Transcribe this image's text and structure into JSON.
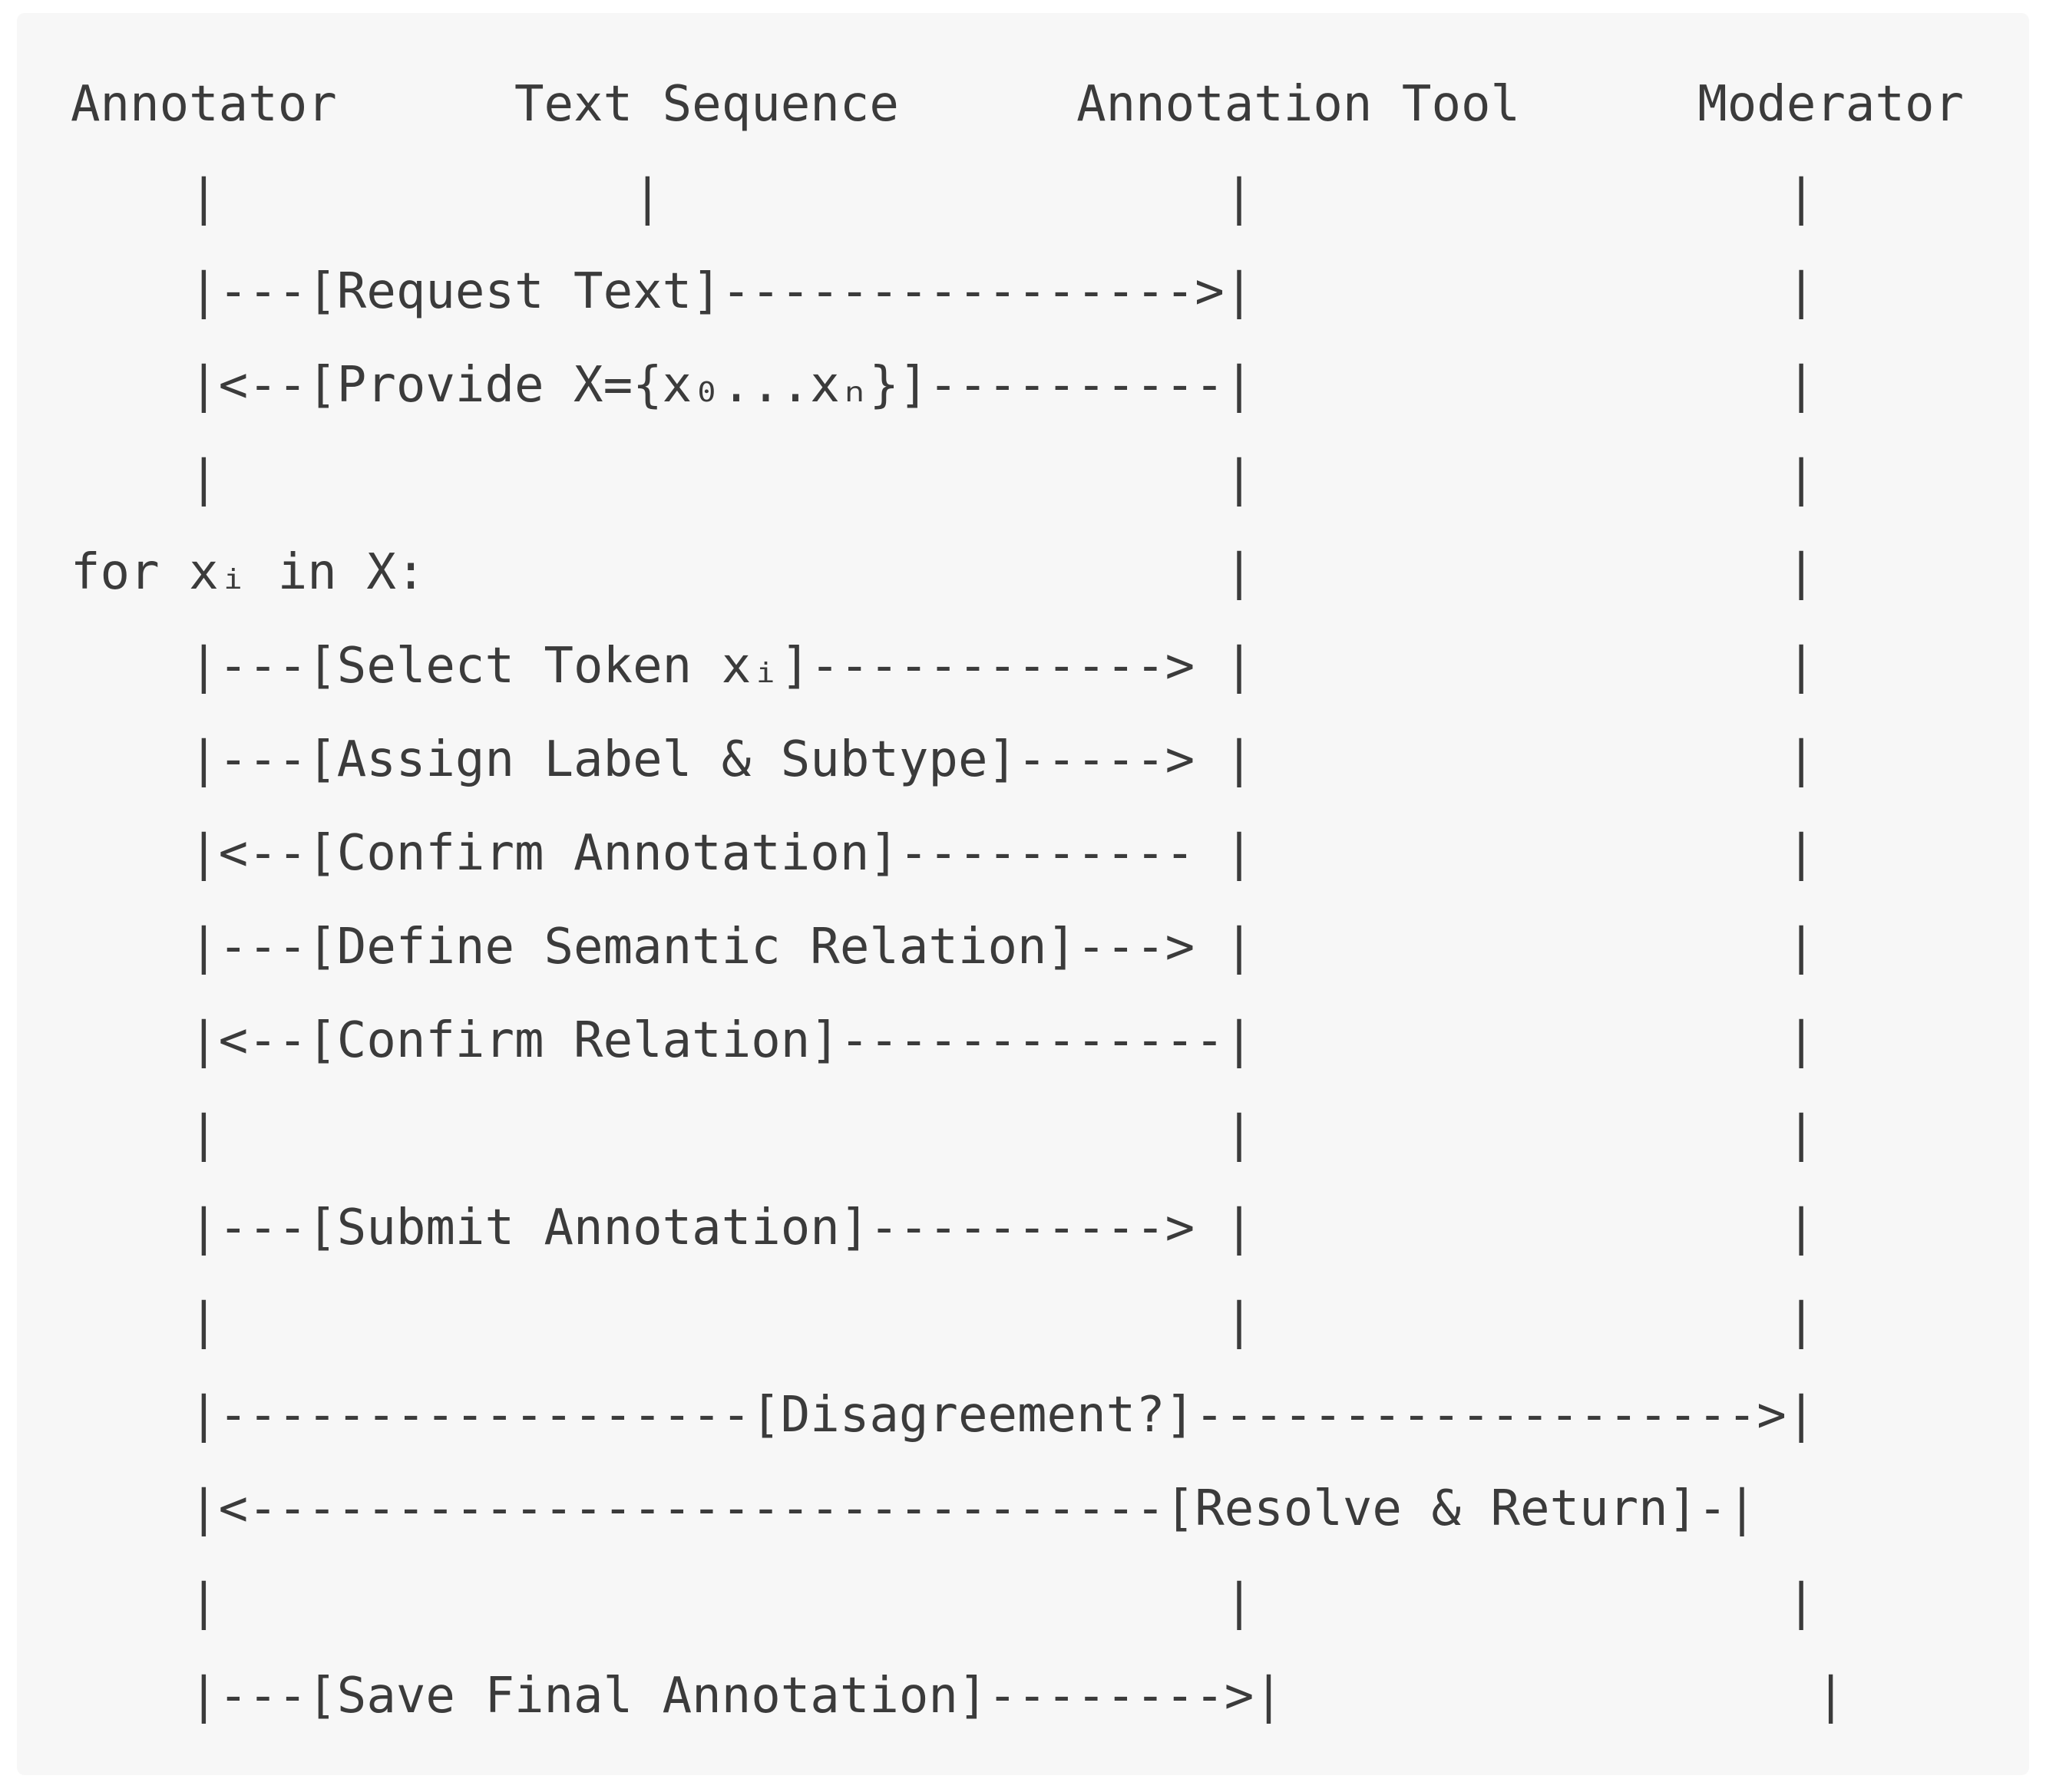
{
  "diagram": {
    "lines": [
      "Annotator      Text Sequence      Annotation Tool      Moderator",
      "    |              |                   |                  |",
      "    |---[Request Text]---------------->|                  |",
      "    |<--[Provide X={x₀...xₙ}]----------|                  |",
      "    |                                  |                  |",
      "for xᵢ in X:                           |                  |",
      "    |---[Select Token xᵢ]------------> |                  |",
      "    |---[Assign Label & Subtype]-----> |                  |",
      "    |<--[Confirm Annotation]---------- |                  |",
      "    |---[Define Semantic Relation]---> |                  |",
      "    |<--[Confirm Relation]-------------|                  |",
      "    |                                  |                  |",
      "    |---[Submit Annotation]----------> |                  |",
      "    |                                  |                  |",
      "    |------------------[Disagreement?]------------------->|",
      "    |<-------------------------------[Resolve & Return]-|",
      "    |                                  |                  |",
      "    |---[Save Final Annotation]-------->|                  |"
    ]
  }
}
